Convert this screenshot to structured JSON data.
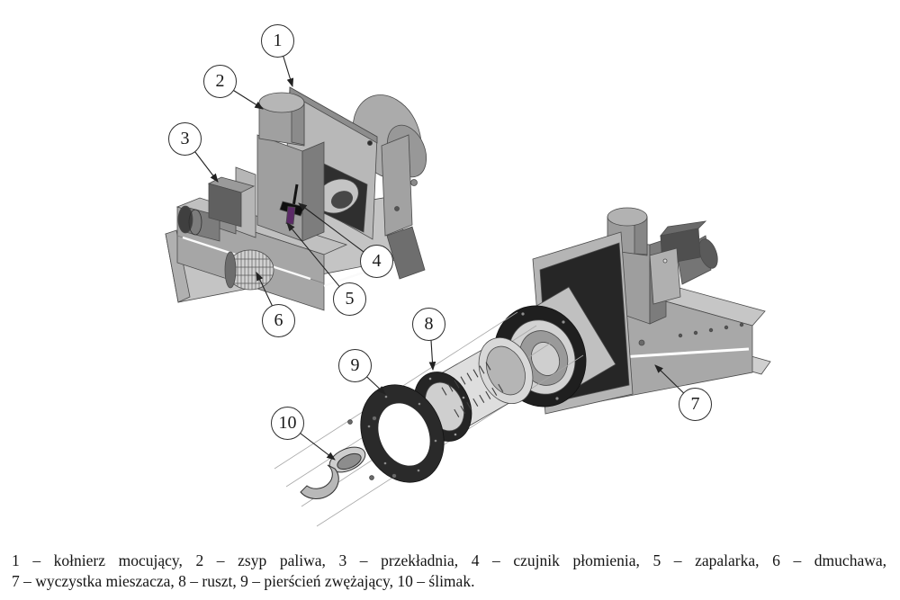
{
  "callouts": [
    {
      "number": "1",
      "label": "kołnierz mocujący"
    },
    {
      "number": "2",
      "label": "zsyp paliwa"
    },
    {
      "number": "3",
      "label": "przekładnia"
    },
    {
      "number": "4",
      "label": "czujnik płomienia"
    },
    {
      "number": "5",
      "label": "zapalarka"
    },
    {
      "number": "6",
      "label": "dmuchawa"
    },
    {
      "number": "7",
      "label": "wyczystka mieszacza"
    },
    {
      "number": "8",
      "label": "ruszt"
    },
    {
      "number": "9",
      "label": "pierścień zwężający"
    },
    {
      "number": "10",
      "label": "ślimak"
    }
  ],
  "caption": {
    "line1": "1 – kołnierz mocujący, 2 – zsyp paliwa, 3 – przekładnia, 4 – czujnik płomienia, 5 – zapalarka, 6 – dmuchawa,",
    "line2": "7 – wyczystka mieszacza, 8 – ruszt, 9 – pierścień zwężający, 10 – ślimak."
  },
  "colors": {
    "background": "#ffffff",
    "outline": "#3c3c3c",
    "metal_light": "#c9c9c9",
    "metal_mid": "#a5a5a5",
    "metal_dark": "#6b6b6b",
    "cavity_dark": "#222222",
    "igniter_accent": "#5b2a67",
    "text": "#141414"
  }
}
